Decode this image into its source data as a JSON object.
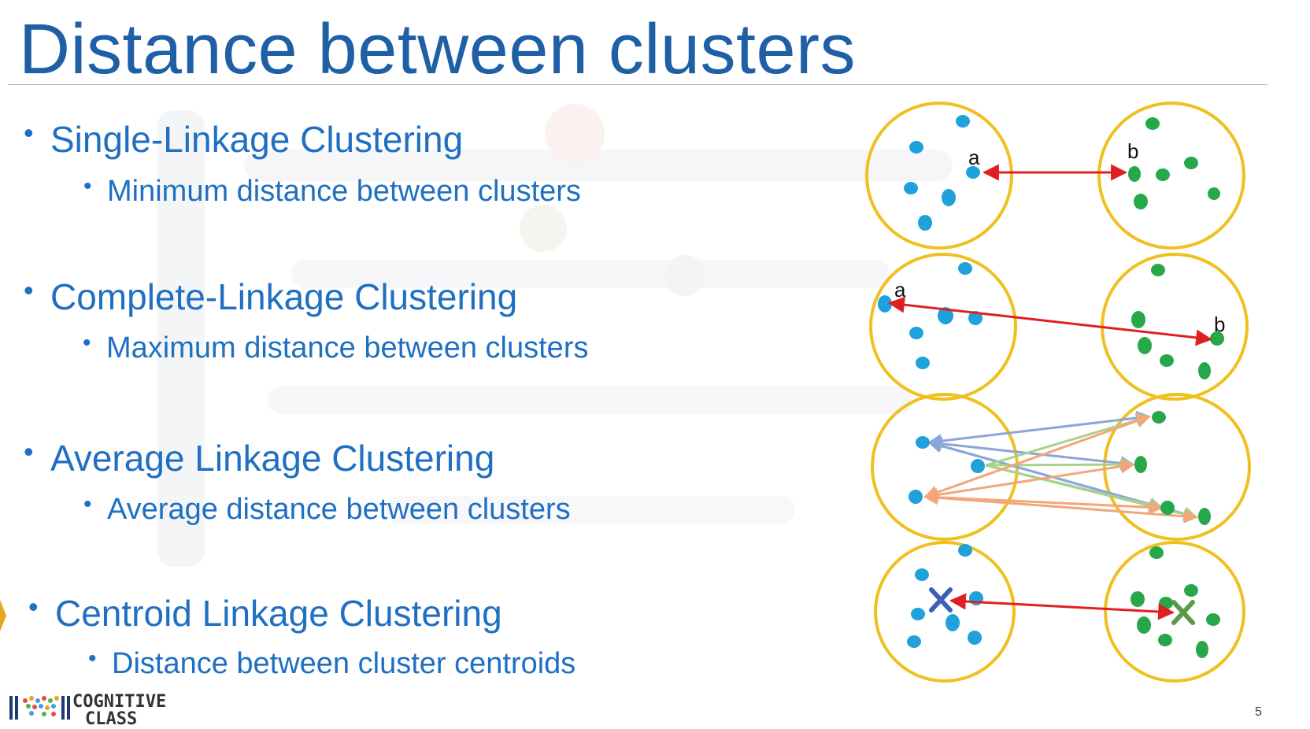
{
  "slide": {
    "title": "Distance between clusters",
    "page_number": "5"
  },
  "bullets": [
    {
      "heading": "Single-Linkage Clustering",
      "detail": "Minimum distance between clusters"
    },
    {
      "heading": "Complete-Linkage Clustering",
      "detail": "Maximum distance between clusters"
    },
    {
      "heading": "Average Linkage Clustering",
      "detail": "Average distance between clusters"
    },
    {
      "heading": "Centroid Linkage Clustering",
      "detail": "Distance between cluster centroids"
    }
  ],
  "diagram": {
    "point_a_label": "a",
    "point_b_label": "b",
    "colors": {
      "cluster_ring": "#f0c020",
      "left_points": "#1fa1dc",
      "right_points": "#26a84a",
      "link_arrow": "#e02020",
      "avg_blue": "#8aa6d8",
      "avg_green": "#a6d28a",
      "avg_orange": "#f2a67a",
      "centroid_left": "#3e5fb8",
      "centroid_right": "#5a9a4a"
    }
  },
  "branding": {
    "logo_line1": "COGNITIVE",
    "logo_line2": "CLASS"
  }
}
